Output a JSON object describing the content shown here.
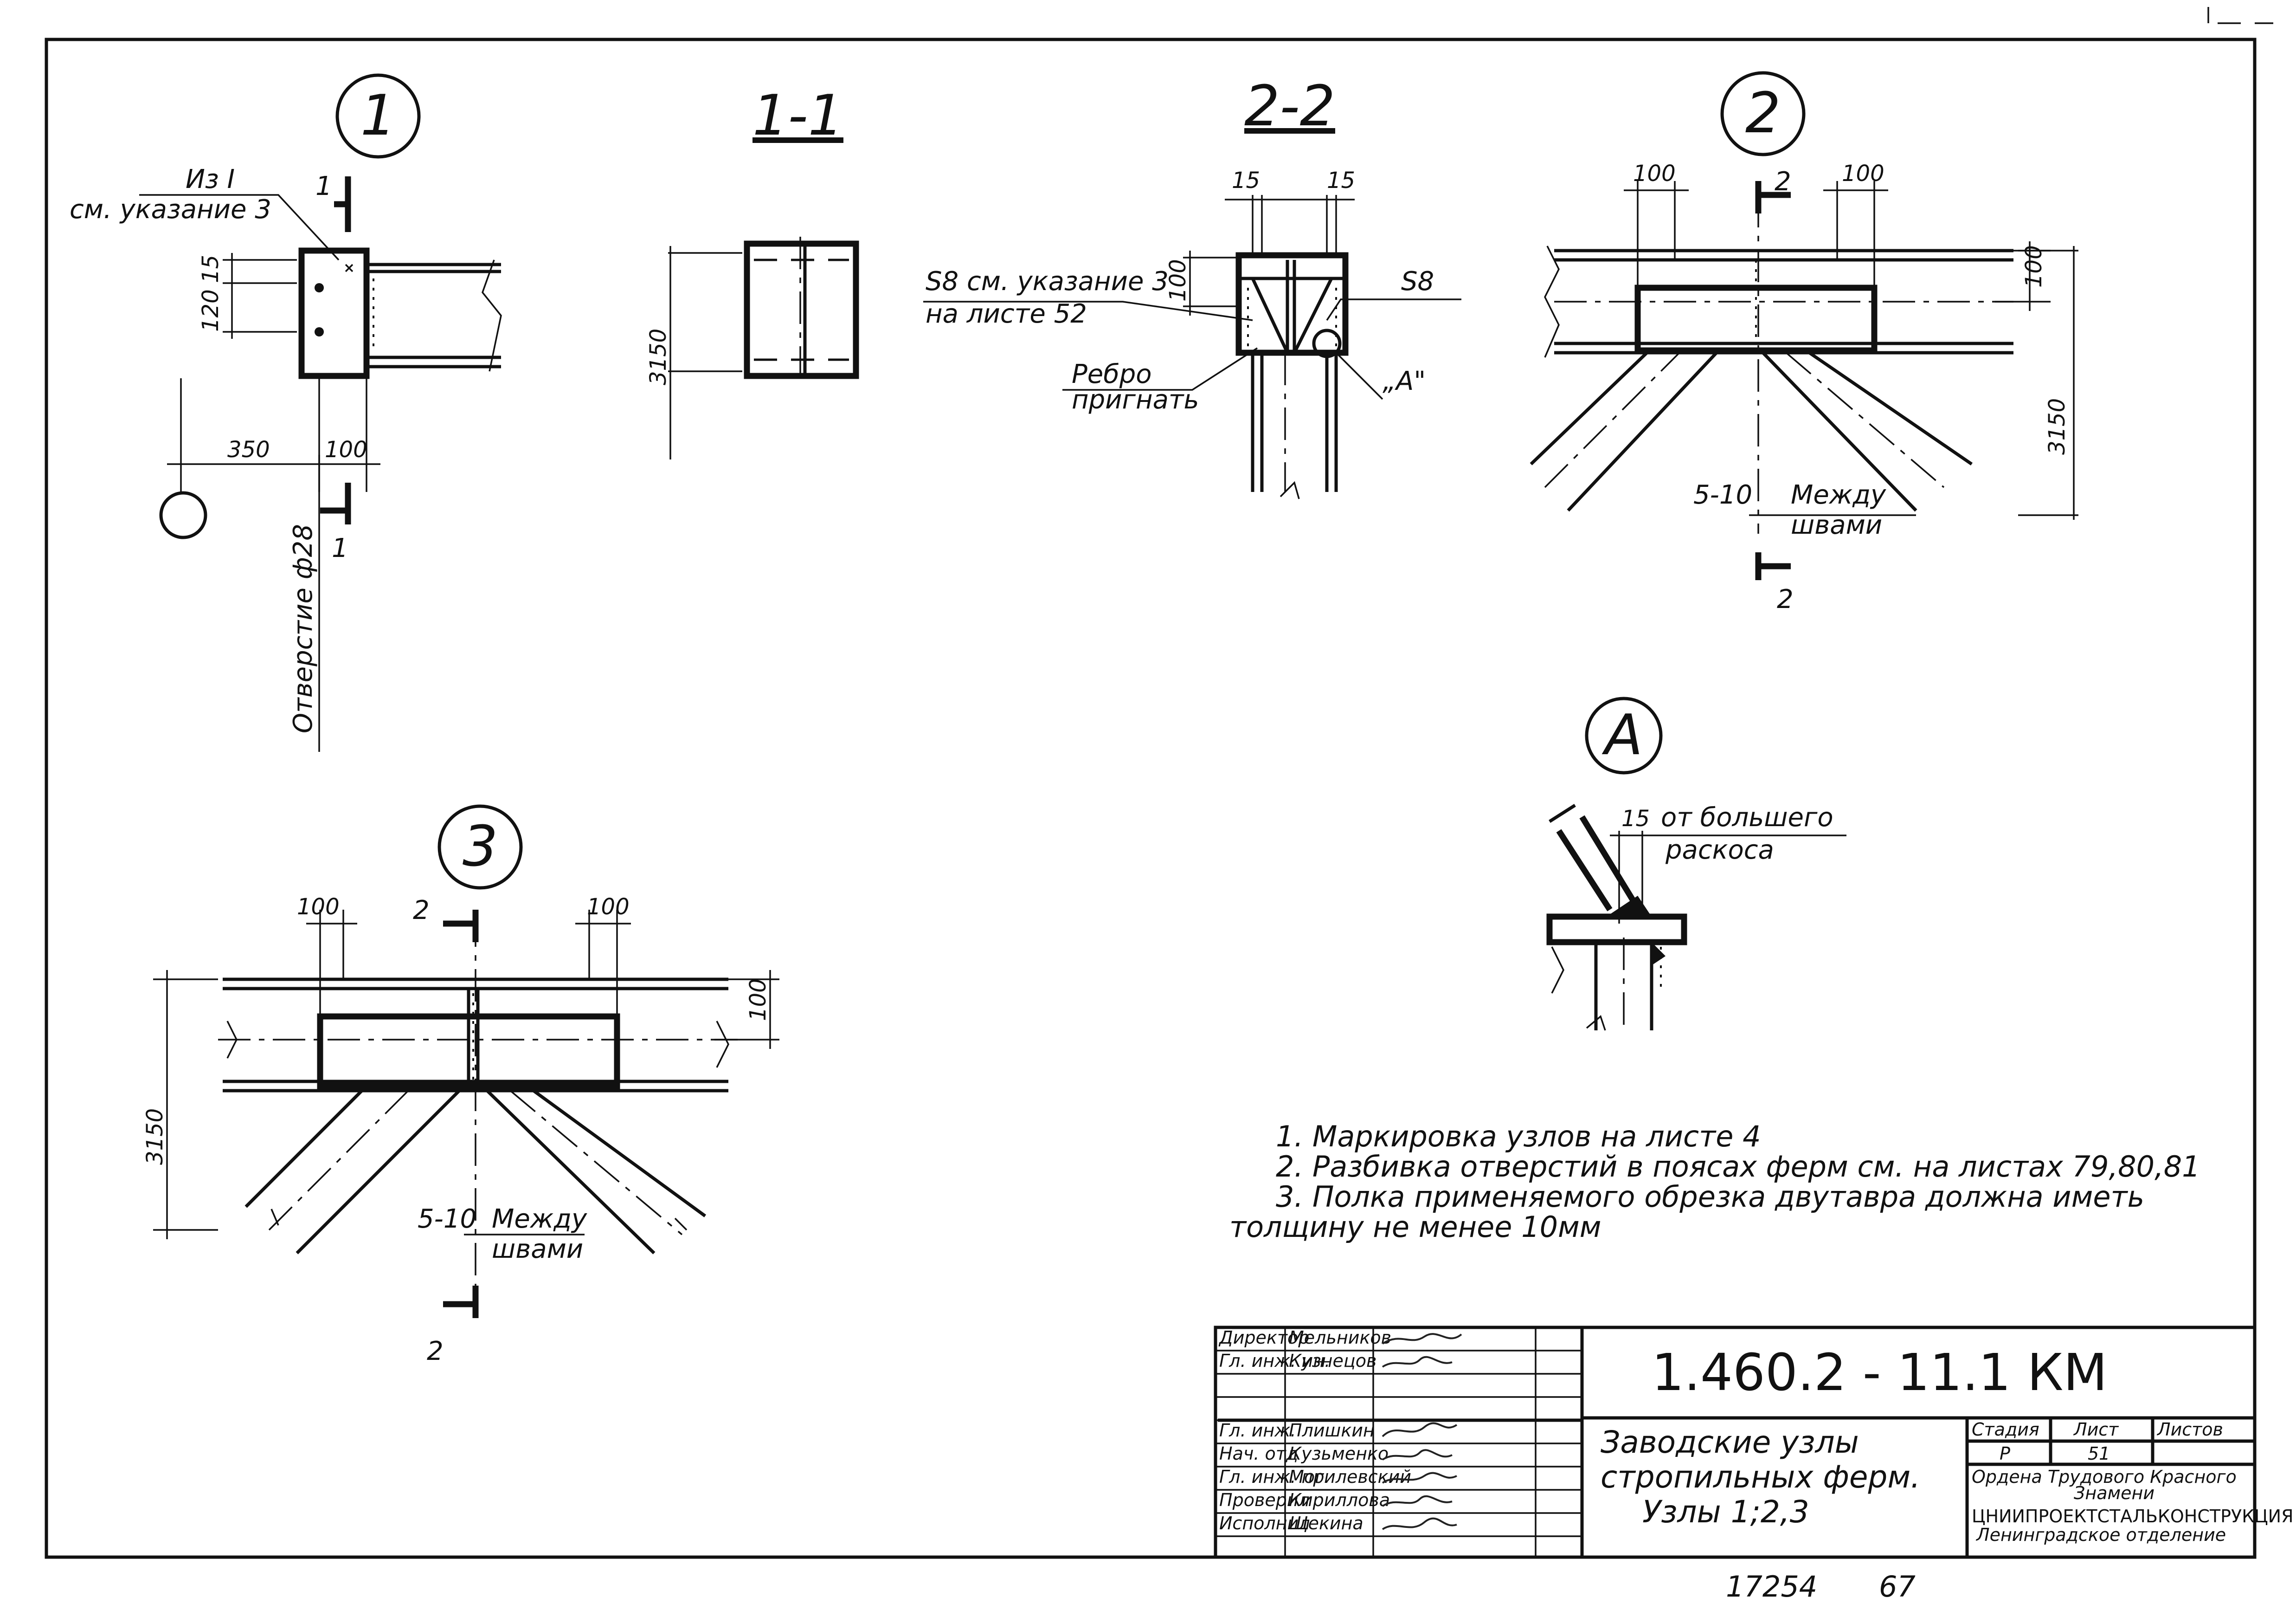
{
  "callouts": {
    "node1": "1",
    "node2": "2",
    "node3": "3",
    "nodeA": "А"
  },
  "sections": {
    "s11": "1-1",
    "s22": "2-2"
  },
  "node1": {
    "from_label": "Из I",
    "see_note": "см. указание 3",
    "cut_mark": "1",
    "dim_15": "15",
    "dim_120": "120",
    "dim_350": "350",
    "dim_100": "100",
    "hole_label": "Отверстие ф28"
  },
  "section11": {
    "dim_3150": "3150"
  },
  "section22": {
    "dim_15a": "15",
    "dim_15b": "15",
    "dim_100": "100",
    "s8_note_1": "S8 см. указание 3",
    "s8_note_2": "на листе 52",
    "s8_right": "S8",
    "rib_1": "Ребро",
    "rib_2": "пригнать",
    "ref_a": "„А\""
  },
  "node2": {
    "dim_100_left": "100",
    "dim_100_right": "100",
    "cut": "2",
    "dim_100_vert": "100",
    "dim_3150": "3150",
    "gap": "5-10",
    "gap_note_1": "Между",
    "gap_note_2": "швами",
    "cut_bottom": "2"
  },
  "node3": {
    "dim_100_left": "100",
    "dim_100_right": "100",
    "cut": "2",
    "dim_100_vert": "100",
    "dim_3150": "3150",
    "gap": "5-10",
    "gap_note_1": "Между",
    "gap_note_2": "швами",
    "cut_bottom": "2"
  },
  "nodeA": {
    "dim_15": "15",
    "note_1": "от большего",
    "note_2": "раскоса"
  },
  "notes": [
    "1.   Маркировка узлов на листе 4",
    "2.   Разбивка   отверстий  в поясах ферм см. на листах 79,80,81",
    "3.   Полка   применяемого  обрезка двутавра должна иметь",
    "толщину     не менее  10мм"
  ],
  "title_block": {
    "roles": [
      "Директор",
      "Гл. инж. ин.",
      "",
      "Гл. инж.",
      "Нач. отд",
      "Гл. инж. пр.",
      "Проверил",
      "Исполнил"
    ],
    "names": [
      "Мельников",
      "Кузнецов",
      "",
      "Плишкин",
      "Кузьменко",
      "Могилевский",
      "Кириллова",
      "Щекина"
    ],
    "code": "1.460.2 - 11.1  КМ",
    "title_lines": [
      "Заводские   узлы",
      "стропильных  ферм.",
      "Узлы 1;2,3"
    ],
    "stage_hdr": "Стадия",
    "sheet_hdr": "Лист",
    "sheets_hdr": "Листов",
    "stage": "Р",
    "sheet_no": "51",
    "org_1": "Ордена  Трудового  Красного",
    "org_2": "Знамени",
    "org_3": "ЦНИИПРОЕКТСТАЛЬКОНСТРУКЦИЯ",
    "org_4": "Ленинградское  отделение"
  },
  "footer": {
    "inv": "17254",
    "page": "67"
  }
}
